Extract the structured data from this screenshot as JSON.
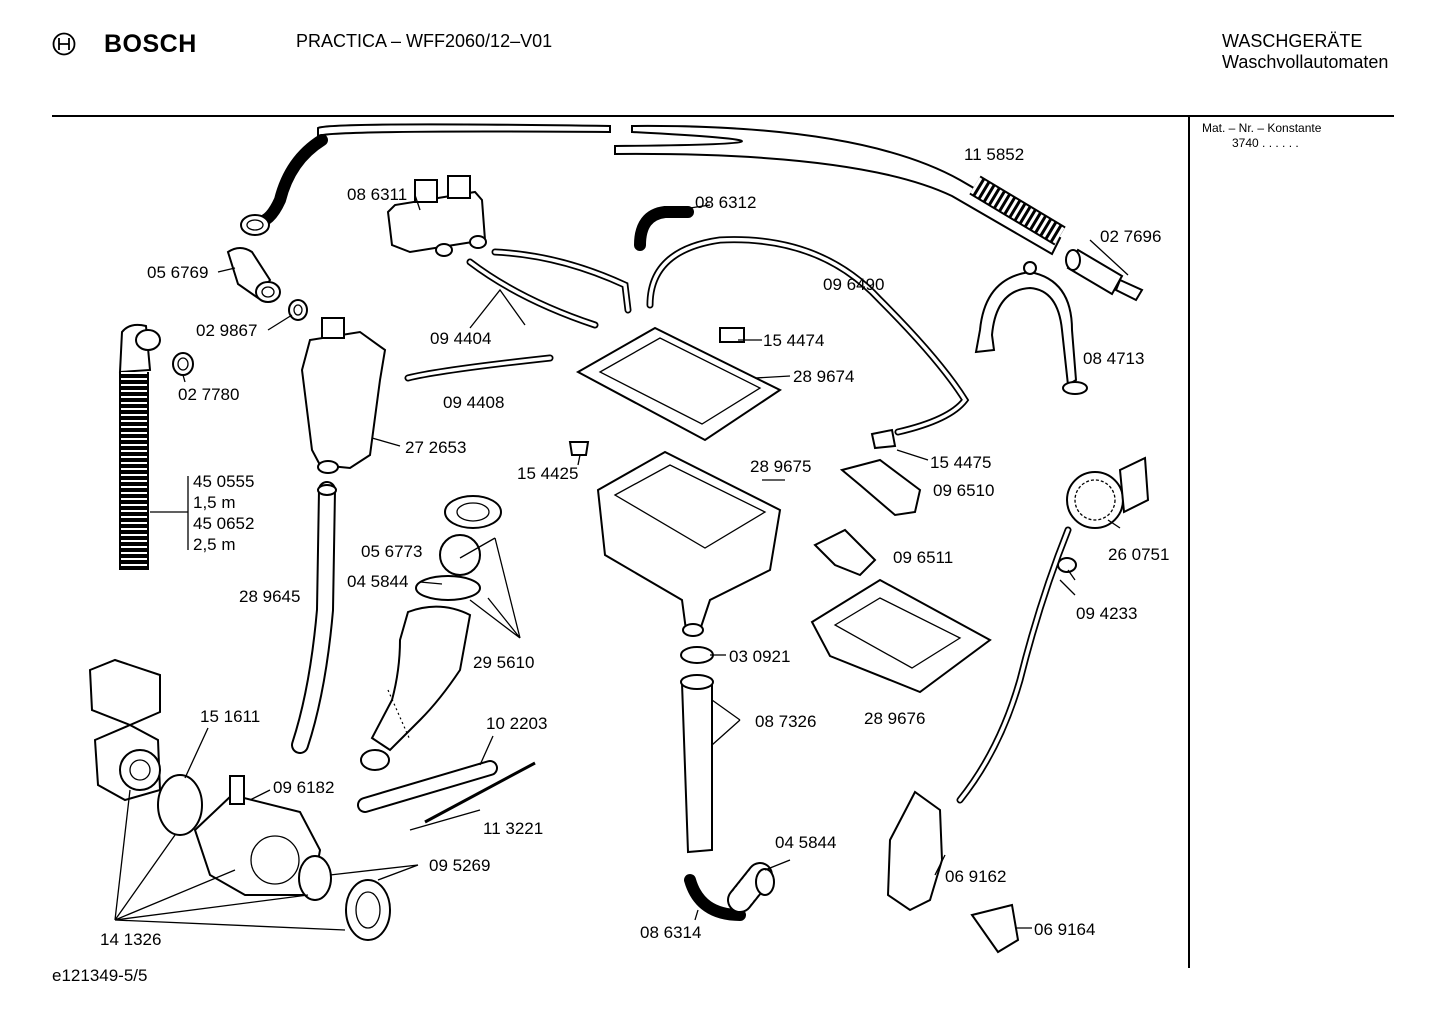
{
  "header": {
    "brand": "BOSCH",
    "model": "PRACTICA – WFF2060/12–V01",
    "category": "WASCHGERÄTE",
    "subcategory": "Waschvollautomaten"
  },
  "side_panel": {
    "title": "Mat. – Nr. – Konstante",
    "value": "3740 .  .   .  .  .  ."
  },
  "footer": {
    "code": "e121349-5/5"
  },
  "part_labels": {
    "p115852": "11 5852",
    "p086311": "08 6311",
    "p086312": "08 6312",
    "p027696": "02 7696",
    "p056769": "05 6769",
    "p096490": "09 6490",
    "p029867": "02 9867",
    "p094404": "09 4404",
    "p154474": "15 4474",
    "p084713": "08 4713",
    "p027780": "02 7780",
    "p289674": "28 9674",
    "p094408": "09 4408",
    "p272653": "27 2653",
    "p154475": "15 4475",
    "p154425": "15 4425",
    "p289675": "28 9675",
    "p096510": "09 6510",
    "p450555": "45 0555",
    "p15m": "1,5 m",
    "p450652": "45 0652",
    "p25m": "2,5 m",
    "p056773": "05 6773",
    "p096511": "09 6511",
    "p260751": "26 0751",
    "p045844a": "04 5844",
    "p289645": "28 9645",
    "p094233": "09 4233",
    "p295610": "29 5610",
    "p030921": "03 0921",
    "p151611": "15 1611",
    "p102203": "10 2203",
    "p087326": "08 7326",
    "p289676": "28 9676",
    "p096182": "09 6182",
    "p113221": "11 3221",
    "p045844b": "04 5844",
    "p095269": "09 5269",
    "p069162": "06 9162",
    "p141326": "14 1326",
    "p086314": "08 6314",
    "p069164": "06 9164"
  }
}
